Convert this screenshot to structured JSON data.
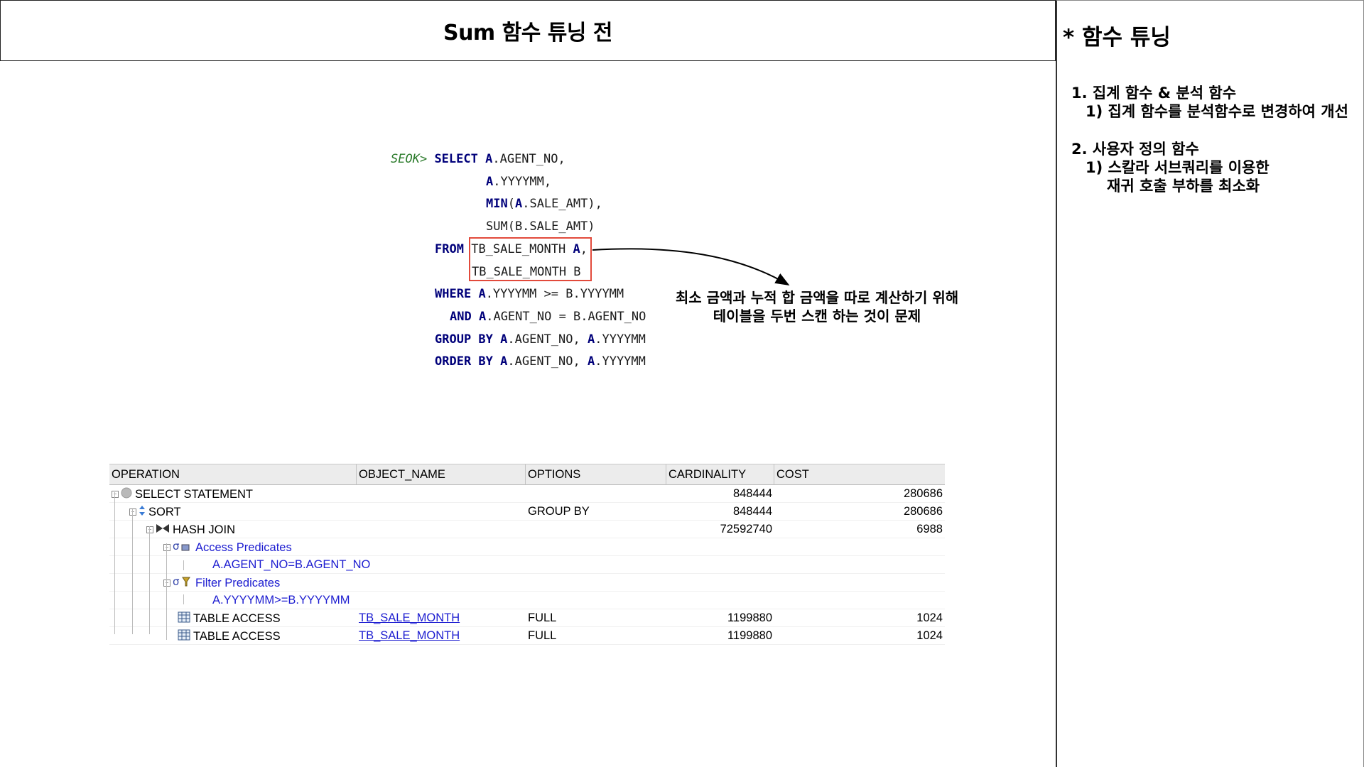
{
  "title": "Sum 함수 튜닝 전",
  "side": {
    "heading": "* 함수 튜닝",
    "item1": "1.  집계 함수 & 분석 함수",
    "item1_sub1": "1)  집계 함수를 분석함수로 변경하여 개선",
    "item2": "2.  사용자 정의 함수",
    "item2_sub1": "1)  스칼라 서브쿼리를 이용한",
    "item2_sub1_cont": "재귀 호출 부하를 최소화"
  },
  "sql": {
    "prompt": "SEOK>",
    "select_kw": "SELECT",
    "col1_alias": "A",
    "col1_rest": ".AGENT_NO,",
    "col2_alias": "A",
    "col2_rest": ".YYYYMM,",
    "col3_fn": "MIN",
    "col3_open": "(",
    "col3_alias": "A",
    "col3_rest": ".SALE_AMT),",
    "col4": "SUM(B.SALE_AMT)",
    "from_kw": "FROM",
    "table1_name": "TB_SALE_MONTH ",
    "table1_alias": "A",
    "table1_comma": ",",
    "table2": "TB_SALE_MONTH B",
    "where_kw": "WHERE",
    "where_alias": "A",
    "where_rest": ".YYYYMM >= B.YYYYMM",
    "and_kw": "AND",
    "and_alias": "A",
    "and_rest": ".AGENT_NO = B.AGENT_NO",
    "group_kw": "GROUP BY",
    "group_alias1": "A",
    "group_mid": ".AGENT_NO, ",
    "group_alias2": "A",
    "group_end": ".YYYYMM",
    "order_kw": "ORDER BY",
    "order_alias1": "A",
    "order_mid": ".AGENT_NO, ",
    "order_alias2": "A",
    "order_end": ".YYYYMM"
  },
  "annotation": {
    "line1": "최소 금액과 누적 합 금액을 따로 계산하기 위해",
    "line2": "테이블을 두번 스캔 하는 것이 문제"
  },
  "plan": {
    "headers": [
      "OPERATION",
      "OBJECT_NAME",
      "OPTIONS",
      "CARDINALITY",
      "COST"
    ],
    "rows": [
      {
        "operation": "SELECT STATEMENT",
        "object": "",
        "options": "",
        "cardinality": "848444",
        "cost": "280686"
      },
      {
        "operation": "SORT",
        "object": "",
        "options": "GROUP BY",
        "cardinality": "848444",
        "cost": "280686"
      },
      {
        "operation": "HASH JOIN",
        "object": "",
        "options": "",
        "cardinality": "72592740",
        "cost": "6988"
      },
      {
        "operation": "Access Predicates",
        "object": "",
        "options": "",
        "cardinality": "",
        "cost": ""
      },
      {
        "operation": "A.AGENT_NO=B.AGENT_NO",
        "object": "",
        "options": "",
        "cardinality": "",
        "cost": ""
      },
      {
        "operation": "Filter Predicates",
        "object": "",
        "options": "",
        "cardinality": "",
        "cost": ""
      },
      {
        "operation": "A.YYYYMM>=B.YYYYMM",
        "object": "",
        "options": "",
        "cardinality": "",
        "cost": ""
      },
      {
        "operation": "TABLE ACCESS",
        "object": "TB_SALE_MONTH",
        "options": "FULL",
        "cardinality": "1199880",
        "cost": "1024"
      },
      {
        "operation": "TABLE ACCESS",
        "object": "TB_SALE_MONTH",
        "options": "FULL",
        "cardinality": "1199880",
        "cost": "1024"
      }
    ]
  },
  "colors": {
    "keyword": "#00007a",
    "prompt": "#2a7a2a",
    "highlight_border": "#e24a3b",
    "predicate_text": "#1c1cd0"
  }
}
